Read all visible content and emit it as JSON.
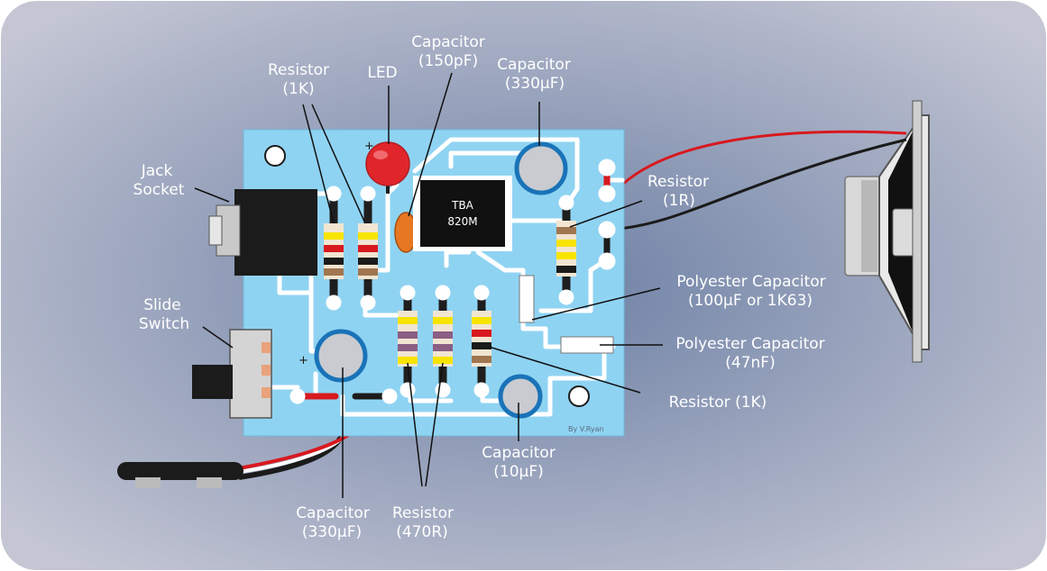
{
  "colors": {
    "background_center": "#6a7ea3",
    "background_edge": "#c4c6d4",
    "pcb": "#8fd3f2",
    "track": "#ffffff",
    "led": "#e0262b",
    "capacitor_ring": "#1a73b8",
    "capacitor_body": "#c9cbd0",
    "orange_capacitor": "#e87722",
    "chip": "#111111",
    "wire_red": "#d8191f",
    "wire_black": "#1b1b1b"
  },
  "chip": {
    "line1": "TBA",
    "line2": "820M"
  },
  "credit": "By V.Ryan",
  "labels": {
    "jack_socket": {
      "line1": "Jack",
      "line2": "Socket"
    },
    "slide_switch": {
      "line1": "Slide",
      "line2": "Switch"
    },
    "resistor_1k_top": {
      "line1": "Resistor",
      "line2": "(1K)"
    },
    "led": {
      "line1": "LED"
    },
    "capacitor_150pf": {
      "line1": "Capacitor",
      "line2": "(150pF)"
    },
    "capacitor_330uf_top": {
      "line1": "Capacitor",
      "line2": "(330μF)"
    },
    "resistor_1r": {
      "line1": "Resistor",
      "line2": "(1R)"
    },
    "polyester_100": {
      "line1": "Polyester Capacitor",
      "line2": "(100μF or 1K63)"
    },
    "polyester_47": {
      "line1": "Polyester Capacitor",
      "line2": "(47nF)"
    },
    "resistor_1k_right": {
      "line1": "Resistor (1K)"
    },
    "capacitor_10uf": {
      "line1": "Capacitor",
      "line2": "(10μF)"
    },
    "capacitor_330uf_bottom": {
      "line1": "Capacitor",
      "line2": "(330μF)"
    },
    "resistor_470r": {
      "line1": "Resistor",
      "line2": "(470R)"
    }
  },
  "polarity": {
    "plus": "+",
    "minus": "-"
  }
}
